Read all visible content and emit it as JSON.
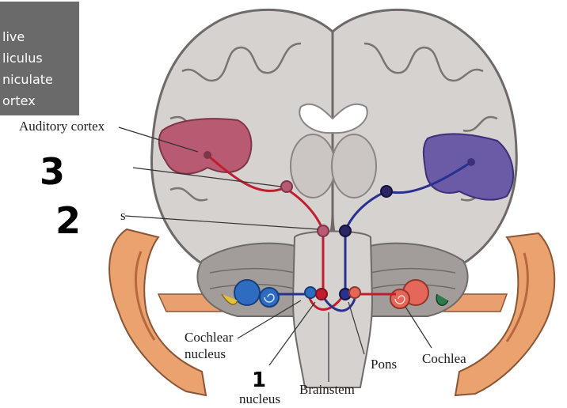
{
  "overlay_list": {
    "items": [
      "live",
      "liculus",
      "niculate",
      "ortex"
    ]
  },
  "labels": {
    "auditory_cortex": "Auditory cortex",
    "partial_s": "s",
    "cochlear_nucleus_line1": "Cochlear",
    "cochlear_nucleus_line2": "nucleus",
    "pons": "Pons",
    "cochlea": "Cochlea",
    "brainstem": "Brainstem",
    "nucleus": "nucleus"
  },
  "handwritten_numbers": {
    "one": "1",
    "two": "2",
    "three": "3"
  },
  "colors": {
    "brain_gray": "#d6d2d0",
    "brain_outline": "#6f6a68",
    "auditory_left": "#b85a72",
    "auditory_right": "#6b5aa5",
    "ear_skin": "#e9a070",
    "pathway_red": "#c01e2e",
    "pathway_blue": "#27318f",
    "cochlear_blue": "#2d6cc0",
    "cochlea_red": "#e4675a"
  }
}
